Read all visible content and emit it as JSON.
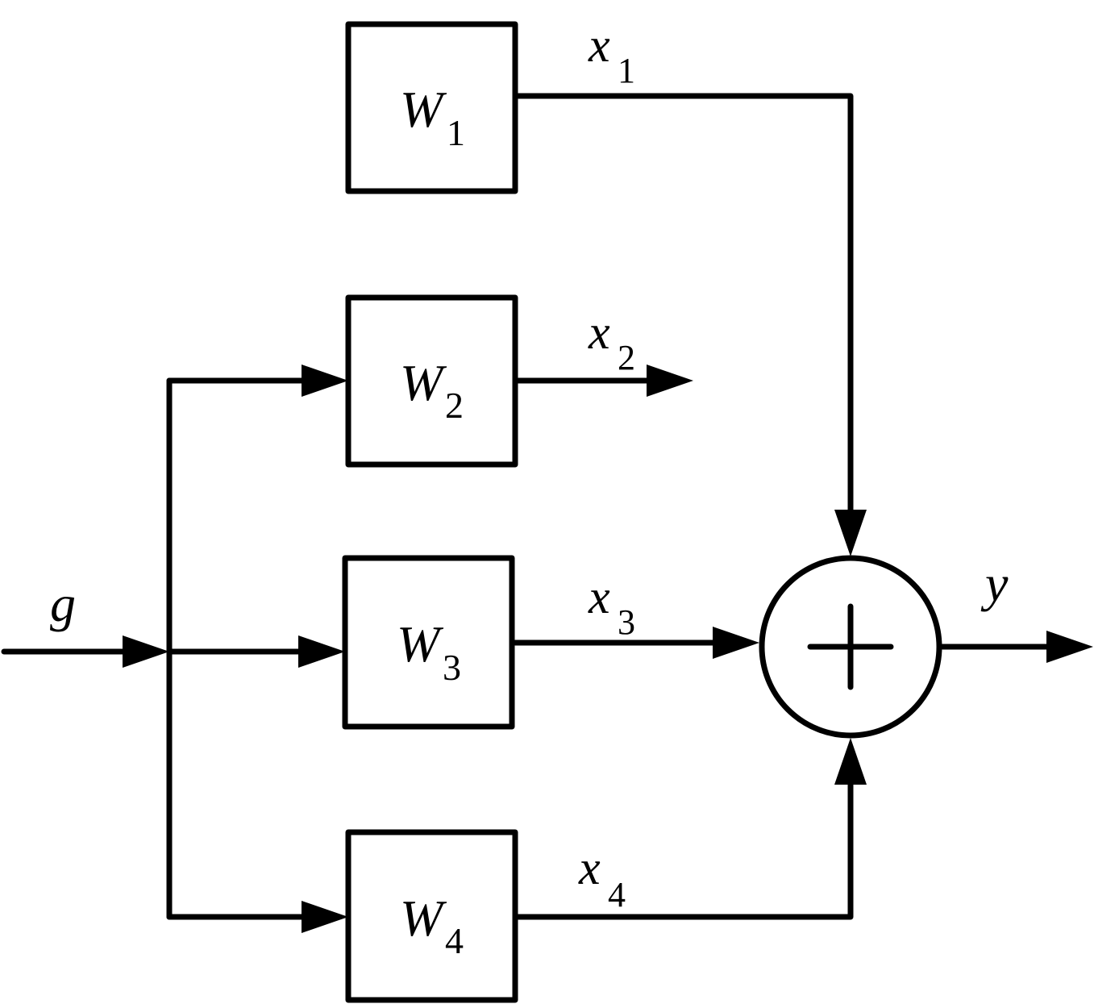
{
  "diagram": {
    "input": {
      "symbol": "g"
    },
    "output": {
      "symbol": "y"
    },
    "summer": {
      "operator": "+"
    },
    "blocks": [
      {
        "symbol": "W",
        "index": "1"
      },
      {
        "symbol": "W",
        "index": "2"
      },
      {
        "symbol": "W",
        "index": "3"
      },
      {
        "symbol": "W",
        "index": "4"
      }
    ],
    "signals": [
      {
        "symbol": "x",
        "index": "1"
      },
      {
        "symbol": "x",
        "index": "2"
      },
      {
        "symbol": "x",
        "index": "3"
      },
      {
        "symbol": "x",
        "index": "4"
      }
    ]
  }
}
